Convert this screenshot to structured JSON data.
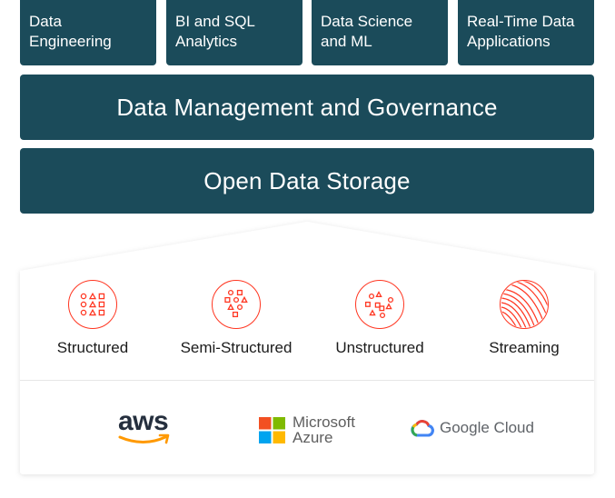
{
  "workloads": [
    {
      "line1": "Data",
      "line2": "Engineering"
    },
    {
      "line1": "BI and SQL",
      "line2": "Analytics"
    },
    {
      "line1": "Data Science",
      "line2": "and ML"
    },
    {
      "line1": "Real-Time Data",
      "line2": "Applications"
    }
  ],
  "governance": {
    "label": "Data Management and Governance"
  },
  "storage": {
    "label": "Open Data Storage"
  },
  "data_types": [
    {
      "label": "Structured",
      "icon": "structured-data-icon"
    },
    {
      "label": "Semi-Structured",
      "icon": "semi-structured-data-icon"
    },
    {
      "label": "Unstructured",
      "icon": "unstructured-data-icon"
    },
    {
      "label": "Streaming",
      "icon": "streaming-data-icon"
    }
  ],
  "clouds": {
    "aws": "aws",
    "azure_line1": "Microsoft",
    "azure_line2": "Azure",
    "google_bold": "Google",
    "google_rest": " Cloud"
  },
  "colors": {
    "tile": "#1b4b5a",
    "accent": "#ff3621"
  }
}
